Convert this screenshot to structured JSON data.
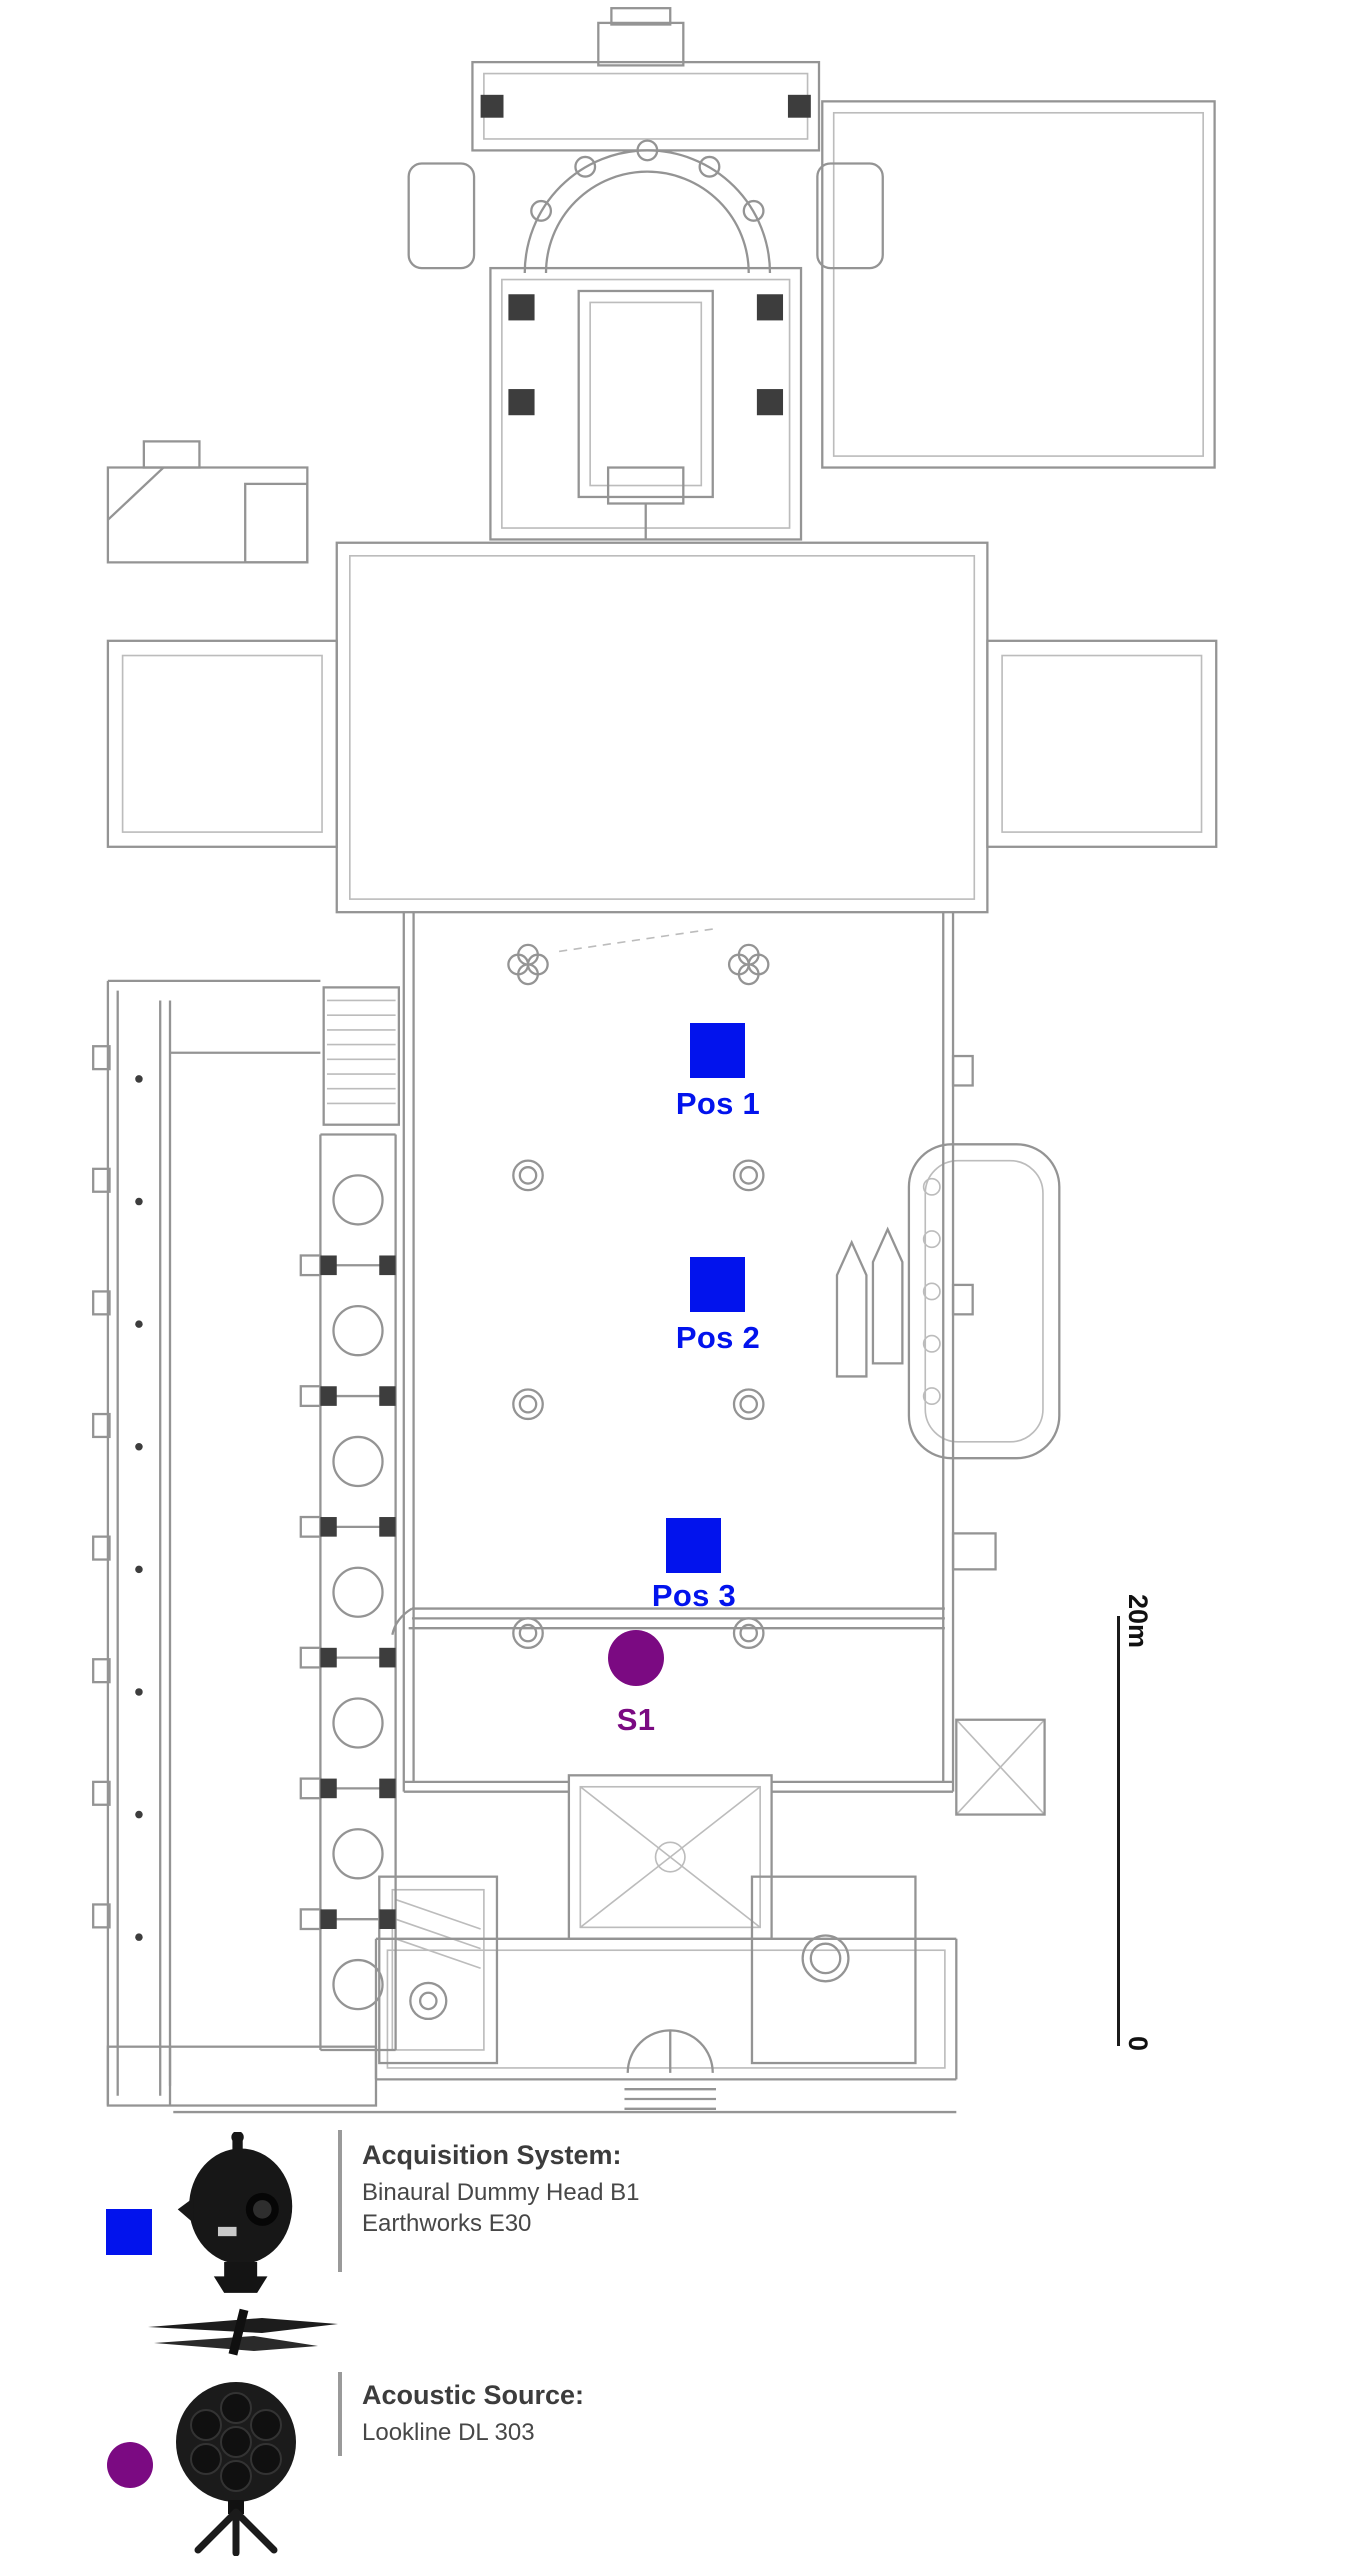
{
  "figure": {
    "markers": {
      "pos1": {
        "label": "Pos 1",
        "shape": "square",
        "color": "#0213ed"
      },
      "pos2": {
        "label": "Pos 2",
        "shape": "square",
        "color": "#0213ed"
      },
      "pos3": {
        "label": "Pos 3",
        "shape": "square",
        "color": "#0213ed"
      },
      "s1": {
        "label": "S1",
        "shape": "circle",
        "color": "#7b0a82"
      }
    },
    "scale_bar": {
      "top_label": "20m",
      "bottom_label": "0"
    },
    "legend": {
      "acquisition": {
        "swatch_shape": "square",
        "swatch_color": "#0213ed",
        "title": "Acquisition System:",
        "line1": "Binaural Dummy Head B1",
        "line2": "Earthworks E30",
        "photo_icons": [
          "binaural-dummy-head-photo",
          "microphone-pair-photo"
        ]
      },
      "source": {
        "swatch_shape": "circle",
        "swatch_color": "#7b0a82",
        "title": "Acoustic Source:",
        "line1": "Lookline DL 303",
        "photo_icons": [
          "dodecahedron-loudspeaker-photo"
        ]
      }
    }
  }
}
